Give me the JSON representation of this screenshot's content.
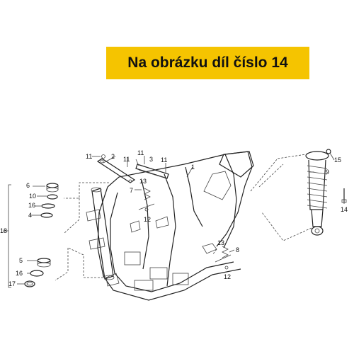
{
  "banner": {
    "text": "Na obrázku díl číslo 14"
  },
  "colors": {
    "banner_bg": "#f5c400"
  },
  "callouts": {
    "c1": "1",
    "c2": "2",
    "c3": "3",
    "c4": "4",
    "c5": "5",
    "c6": "6",
    "c7": "7",
    "c8": "8",
    "c9": "9",
    "c10": "10",
    "c11a": "11",
    "c11b": "11",
    "c11c": "11",
    "c11d": "11",
    "c12a": "12",
    "c12b": "12",
    "c13a": "13",
    "c13b": "13",
    "c14": "14",
    "c15": "15",
    "c16a": "16",
    "c16b": "16",
    "c17": "17",
    "c18": "18"
  }
}
